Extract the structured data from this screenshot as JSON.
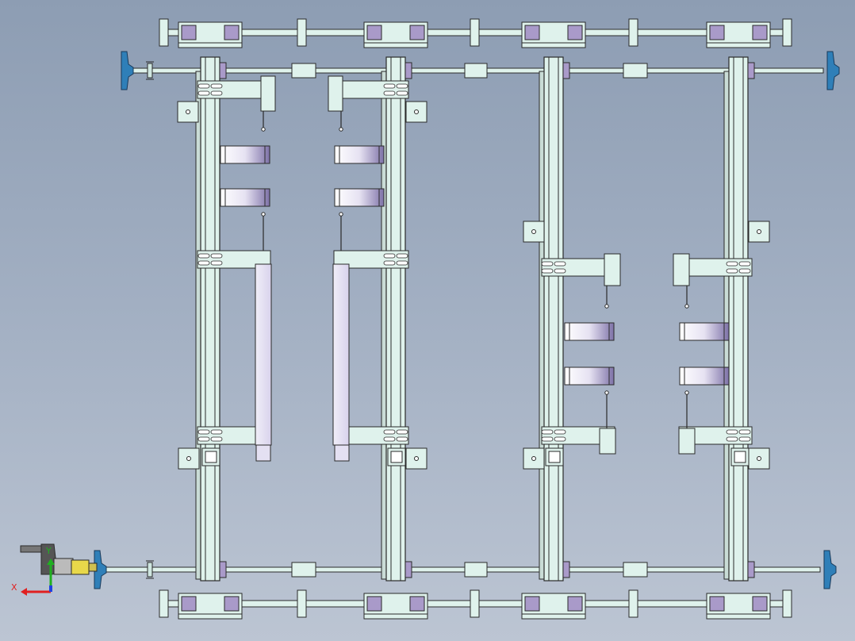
{
  "viewport": {
    "background_top": "#8d9db3",
    "background_bottom": "#bcc5d3"
  },
  "colors": {
    "part_fill": "#dff2ec",
    "part_stroke": "#2a2a2a",
    "bearing_fill": "#a99ac9",
    "handwheel_fill": "#2f7fb8",
    "cylinder_light": "#ffffff",
    "cylinder_dark": "#7e72a8",
    "motor_body": "#555555",
    "coupling_fill": "#e8d84a"
  },
  "triad": {
    "x_label": "X",
    "y_label": "Y",
    "x_color": "#e02020",
    "y_color": "#20b020",
    "z_color": "#2040e0"
  },
  "components": {
    "top_shaft": "rail-shaft",
    "drive_shaft": "drive-shaft",
    "column_count": 4,
    "handwheel_count": 4
  }
}
